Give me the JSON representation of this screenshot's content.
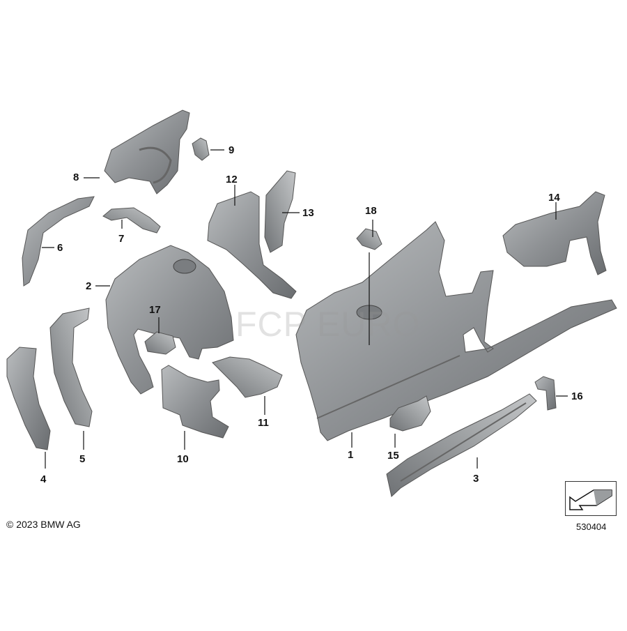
{
  "diagram": {
    "copyright": "© 2023 BMW AG",
    "diagram_code": "530404",
    "watermark": "FCP EURO",
    "callouts": [
      "1",
      "2",
      "3",
      "4",
      "5",
      "6",
      "7",
      "8",
      "9",
      "10",
      "11",
      "12",
      "13",
      "14",
      "15",
      "16",
      "17",
      "18"
    ]
  },
  "colors": {
    "part_fill": "#8f9295",
    "part_dark": "#5f6265",
    "part_light": "#b9bcbe",
    "line": "#111111"
  }
}
